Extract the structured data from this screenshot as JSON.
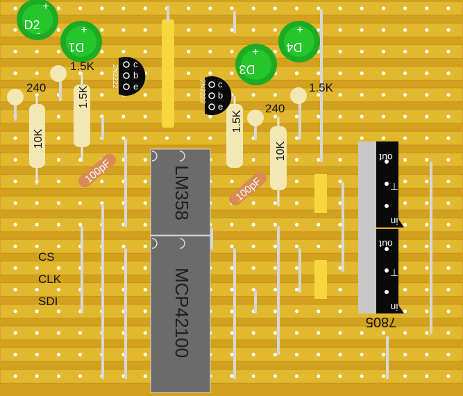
{
  "board": {
    "colors": {
      "board": "#d2a21e",
      "strip": "#e1b82e",
      "strip_edge": "#c4921a",
      "hole": "#ffffff",
      "cut": "#f7d63e",
      "wire": "#d7d7d7",
      "chip": "#6b6b6b",
      "chip_text": "#1f1f1f",
      "resistor": "#f3e7b3",
      "led": "#1cab22",
      "transistor": "#0a0a0a",
      "regulator_metal": "#c8c8c8",
      "cap": "#d98a55"
    }
  },
  "leds": [
    {
      "label": "D2"
    },
    {
      "label": "D1"
    },
    {
      "label": "D3"
    },
    {
      "label": "D4"
    }
  ],
  "led_plus": "+",
  "led_minus": "-",
  "transistors": [
    {
      "part": "2N2222",
      "pins": [
        "c",
        "b",
        "e"
      ]
    },
    {
      "part": "2N2222",
      "pins": [
        "c",
        "b",
        "e"
      ]
    }
  ],
  "resistors": [
    {
      "value": "10K"
    },
    {
      "value": "1.5K"
    },
    {
      "value": "1.5K"
    },
    {
      "value": "10K"
    }
  ],
  "labels": {
    "r240_left": "240",
    "r15k_top_left": "1.5K",
    "r240_right": "240",
    "r15k_top_right": "1.5K"
  },
  "capacitors": [
    {
      "value": "100pF"
    },
    {
      "value": "100pF"
    }
  ],
  "chips": [
    {
      "name": "LM358"
    },
    {
      "name": "MCP42100"
    }
  ],
  "regulator": {
    "name": "7805",
    "pins_upper": [
      "out",
      "⊤",
      "in"
    ],
    "pins_lower": [
      "out",
      "⊤",
      "in"
    ]
  },
  "signals": {
    "cs": "CS",
    "clk": "CLK",
    "sdi": "SDI"
  }
}
